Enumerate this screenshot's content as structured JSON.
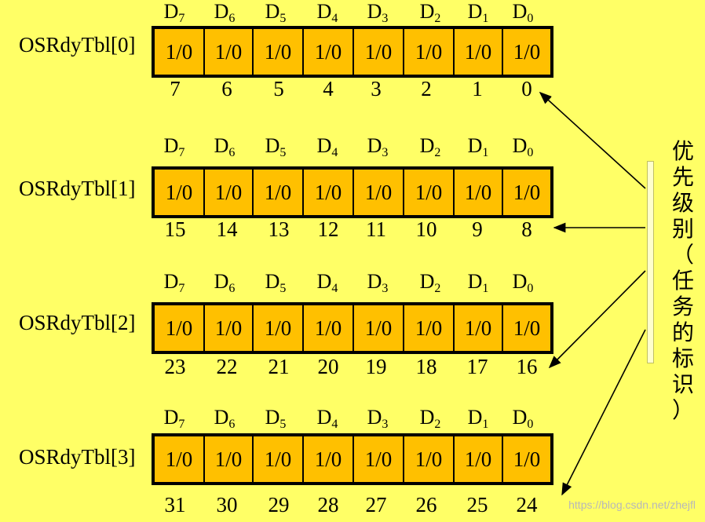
{
  "tables": [
    {
      "label": "OSRdyTbl[0]",
      "bit_labels": [
        [
          "D",
          "7"
        ],
        [
          "D",
          "6"
        ],
        [
          "D",
          "5"
        ],
        [
          "D",
          "4"
        ],
        [
          "D",
          "3"
        ],
        [
          "D",
          "2"
        ],
        [
          "D",
          "1"
        ],
        [
          "D",
          "0"
        ]
      ],
      "cells": [
        "1/0",
        "1/0",
        "1/0",
        "1/0",
        "1/0",
        "1/0",
        "1/0",
        "1/0"
      ],
      "numbers": [
        "7",
        "6",
        "5",
        "4",
        "3",
        "2",
        "1",
        "0"
      ]
    },
    {
      "label": "OSRdyTbl[1]",
      "bit_labels": [
        [
          "D",
          "7"
        ],
        [
          "D",
          "6"
        ],
        [
          "D",
          "5"
        ],
        [
          "D",
          "4"
        ],
        [
          "D",
          "3"
        ],
        [
          "D",
          "2"
        ],
        [
          "D",
          "1"
        ],
        [
          "D",
          "0"
        ]
      ],
      "cells": [
        "1/0",
        "1/0",
        "1/0",
        "1/0",
        "1/0",
        "1/0",
        "1/0",
        "1/0"
      ],
      "numbers": [
        "15",
        "14",
        "13",
        "12",
        "11",
        "10",
        "9",
        "8"
      ]
    },
    {
      "label": "OSRdyTbl[2]",
      "bit_labels": [
        [
          "D",
          "7"
        ],
        [
          "D",
          "6"
        ],
        [
          "D",
          "5"
        ],
        [
          "D",
          "4"
        ],
        [
          "D",
          "3"
        ],
        [
          "D",
          "2"
        ],
        [
          "D",
          "1"
        ],
        [
          "D",
          "0"
        ]
      ],
      "cells": [
        "1/0",
        "1/0",
        "1/0",
        "1/0",
        "1/0",
        "1/0",
        "1/0",
        "1/0"
      ],
      "numbers": [
        "23",
        "22",
        "21",
        "20",
        "19",
        "18",
        "17",
        "16"
      ]
    },
    {
      "label": "OSRdyTbl[3]",
      "bit_labels": [
        [
          "D",
          "7"
        ],
        [
          "D",
          "6"
        ],
        [
          "D",
          "5"
        ],
        [
          "D",
          "4"
        ],
        [
          "D",
          "3"
        ],
        [
          "D",
          "2"
        ],
        [
          "D",
          "1"
        ],
        [
          "D",
          "0"
        ]
      ],
      "cells": [
        "1/0",
        "1/0",
        "1/0",
        "1/0",
        "1/0",
        "1/0",
        "1/0",
        "1/0"
      ],
      "numbers": [
        "31",
        "30",
        "29",
        "28",
        "27",
        "26",
        "25",
        "24"
      ]
    }
  ],
  "side_label": [
    "优",
    "先",
    "级",
    "别",
    "（",
    "任",
    "务",
    "的",
    "标",
    "识",
    "）"
  ],
  "watermark": "https://blog.csdn.net/zhejfl",
  "colors": {
    "background": "#FFFF66",
    "cell_fill": "#FFC000",
    "border": "#000000"
  }
}
